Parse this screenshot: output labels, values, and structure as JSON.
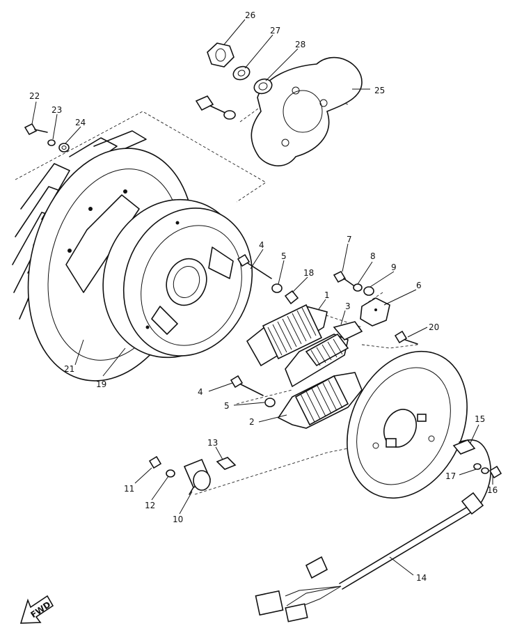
{
  "callouts": {
    "c1": "1",
    "c2": "2",
    "c3": "3",
    "c4a": "4",
    "c4b": "4",
    "c5a": "5",
    "c5b": "5",
    "c6": "6",
    "c7": "7",
    "c8": "8",
    "c9": "9",
    "c10": "10",
    "c11": "11",
    "c12": "12",
    "c13": "13",
    "c14": "14",
    "c15": "15",
    "c16": "16",
    "c17": "17",
    "c18": "18",
    "c19": "19",
    "c20": "20",
    "c21": "21",
    "c22": "22",
    "c23": "23",
    "c24": "24",
    "c25": "25",
    "c26": "26",
    "c27": "27",
    "c28": "28"
  },
  "direction_marker": {
    "text": "FWD",
    "icon": "arrow-icon"
  }
}
